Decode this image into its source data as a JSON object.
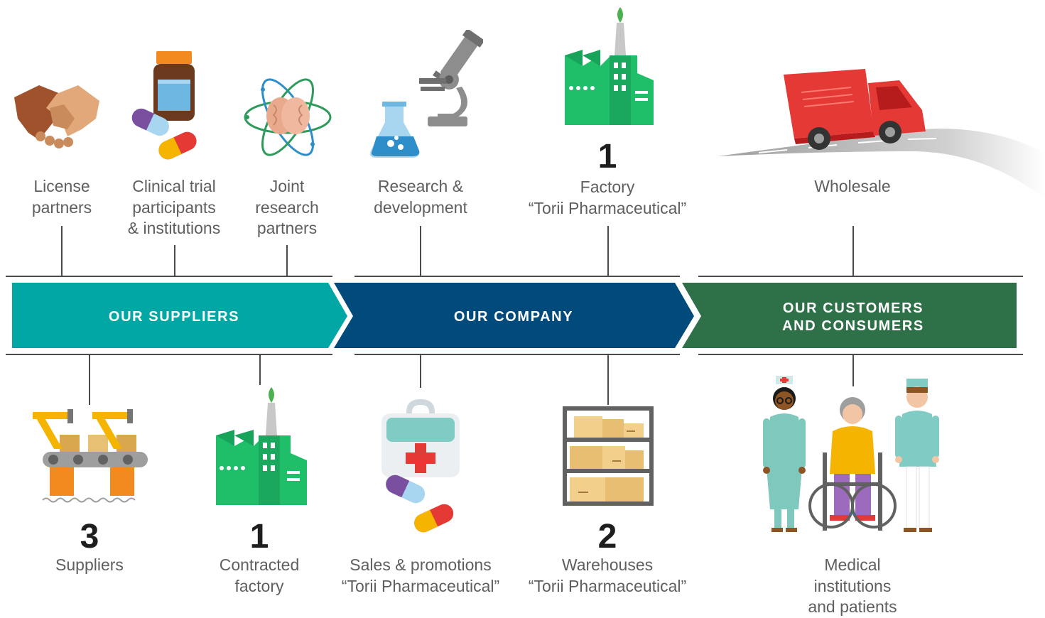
{
  "bands": [
    {
      "id": "suppliers",
      "label": "OUR SUPPLIERS",
      "color": "#00a7a4"
    },
    {
      "id": "company",
      "label": "OUR COMPANY",
      "color": "#004a7c"
    },
    {
      "id": "customers",
      "label_lines": [
        "OUR CUSTOMERS",
        "AND CONSUMERS"
      ],
      "color": "#2e7048"
    }
  ],
  "top": {
    "license": {
      "icon": "handshake-icon",
      "lines": [
        "License",
        "partners"
      ]
    },
    "clinical": {
      "icon": "medicine-bottle-icon",
      "lines": [
        "Clinical trial",
        "participants",
        "& institutions"
      ]
    },
    "joint": {
      "icon": "brain-atom-icon",
      "lines": [
        "Joint",
        "research",
        "partners"
      ]
    },
    "rd": {
      "icon": "microscope-flask-icon",
      "lines": [
        "Research &",
        "development"
      ]
    },
    "factory": {
      "icon": "factory-icon",
      "number": "1",
      "lines": [
        "Factory",
        "“Torii Pharmaceutical”"
      ]
    },
    "wholesale": {
      "icon": "truck-icon",
      "lines": [
        "Wholesale"
      ]
    }
  },
  "bottom": {
    "suppliers": {
      "icon": "robot-arm-conveyor-icon",
      "number": "3",
      "lines": [
        "Suppliers"
      ]
    },
    "contracted": {
      "icon": "factory-icon",
      "number": "1",
      "lines": [
        "Contracted",
        "factory"
      ]
    },
    "sales": {
      "icon": "first-aid-kit-icon",
      "lines": [
        "Sales & promotions",
        "“Torii Pharmaceutical”"
      ]
    },
    "warehouses": {
      "icon": "warehouse-shelf-icon",
      "number": "2",
      "lines": [
        "Warehouses",
        "“Torii Pharmaceutical”"
      ]
    },
    "medical": {
      "icon": "medical-people-icon",
      "lines": [
        "Medical",
        "institutions",
        "and patients"
      ]
    }
  }
}
